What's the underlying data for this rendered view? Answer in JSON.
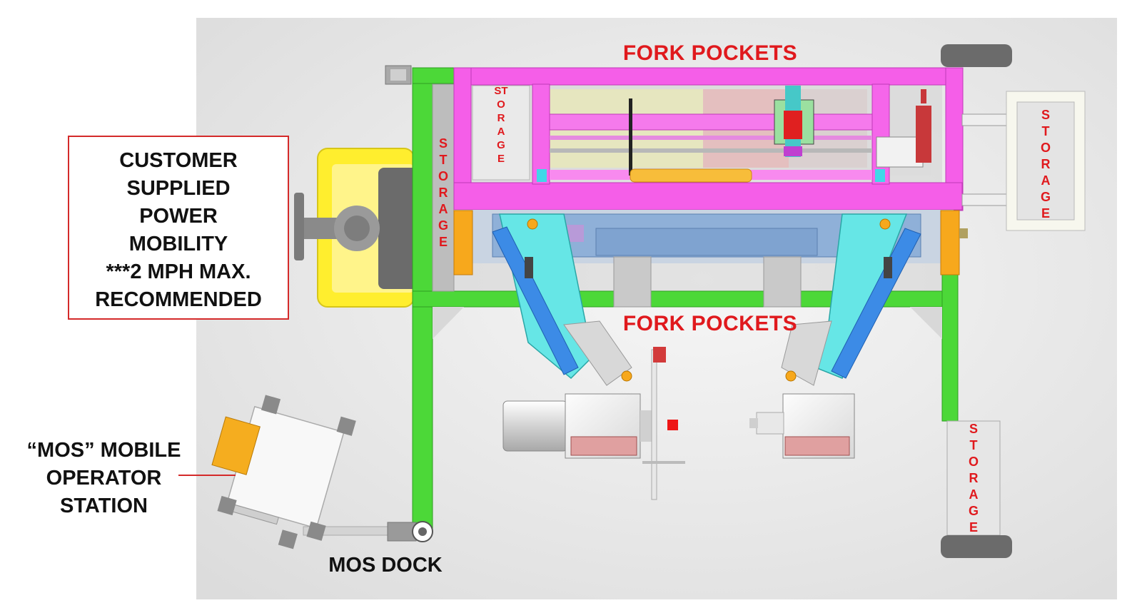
{
  "labels": {
    "fork_pockets_top": "FORK POCKETS",
    "fork_pockets_middle": "FORK POCKETS",
    "customer_box": "CUSTOMER\nSUPPLIED\nPOWER\nMOBILITY\n***2 MPH MAX.\nRECOMMENDED",
    "mos_station": "“MOS” MOBILE\nOPERATOR\nSTATION",
    "mos_dock": "MOS DOCK",
    "storage": "STORAGE"
  },
  "colors": {
    "floor": "#e6e6e6",
    "frame_green": "#4cd838",
    "fork_magenta": "#f55ee8",
    "arm_cyan": "#66e6e6",
    "arm_blue": "#3c8be6",
    "beam_blue": "#8fb0d8",
    "power_unit_yellow": "#ffee2e",
    "accent_orange": "#f7a81c",
    "label_red": "#e0191d",
    "callout_border": "#d42a2a"
  }
}
